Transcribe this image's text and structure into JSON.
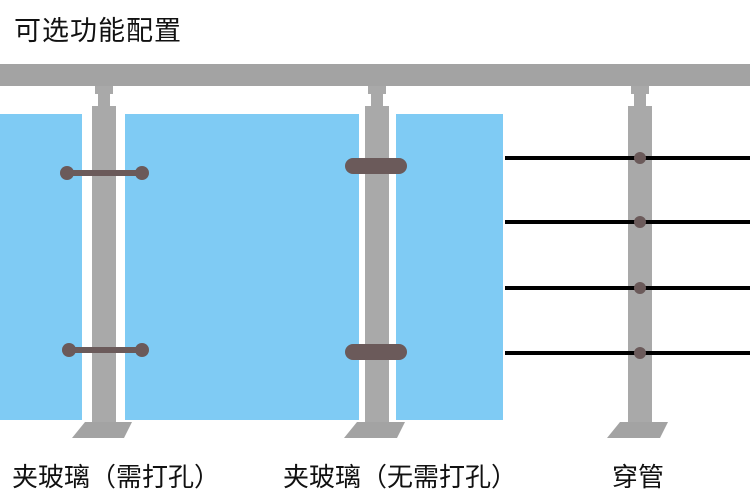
{
  "header": {
    "title": "可选功能配置"
  },
  "options": [
    {
      "id": "glass-clamp-drilled",
      "caption": "夹玻璃（需打孔）"
    },
    {
      "id": "glass-clamp-no-drill",
      "caption": "夹玻璃（无需打孔）"
    },
    {
      "id": "cable-through",
      "caption": "穿管"
    }
  ],
  "colors": {
    "rail": "#a3a3a3",
    "post": "#a9a9a9",
    "glass": "#7fcbf4",
    "clamp": "#6b5a5a",
    "cable": "#000000",
    "text": "#111111"
  },
  "icons": [
    "top-rail",
    "post",
    "glass-panel",
    "clamp-bolt",
    "cable",
    "base-plate"
  ]
}
